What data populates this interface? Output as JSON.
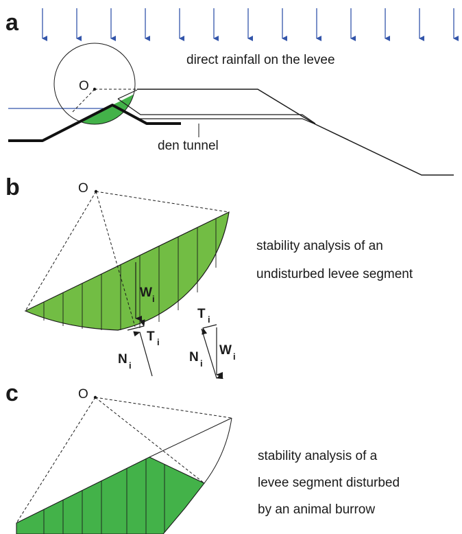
{
  "panels": {
    "a": {
      "letter": "a",
      "rain_label": "direct rainfall on the levee",
      "center_label": "O",
      "tunnel_label": "den tunnel"
    },
    "b": {
      "letter": "b",
      "center_label": "O",
      "caption_line1": "stability analysis of an",
      "caption_line2": "undisturbed levee segment",
      "weight_label": "W",
      "shear_label": "T",
      "normal_label": "N",
      "index": "i"
    },
    "c": {
      "letter": "c",
      "center_label": "O",
      "caption_line1": "stability analysis of a",
      "caption_line2": "levee segment disturbed",
      "caption_line3": "by an animal burrow"
    }
  },
  "colors": {
    "slice_fill_b": "#72bd44",
    "slice_fill_c": "#43b249",
    "rain_arrow": "#3355aa",
    "water_line": "#3355aa",
    "outline": "#1a1a1a"
  }
}
